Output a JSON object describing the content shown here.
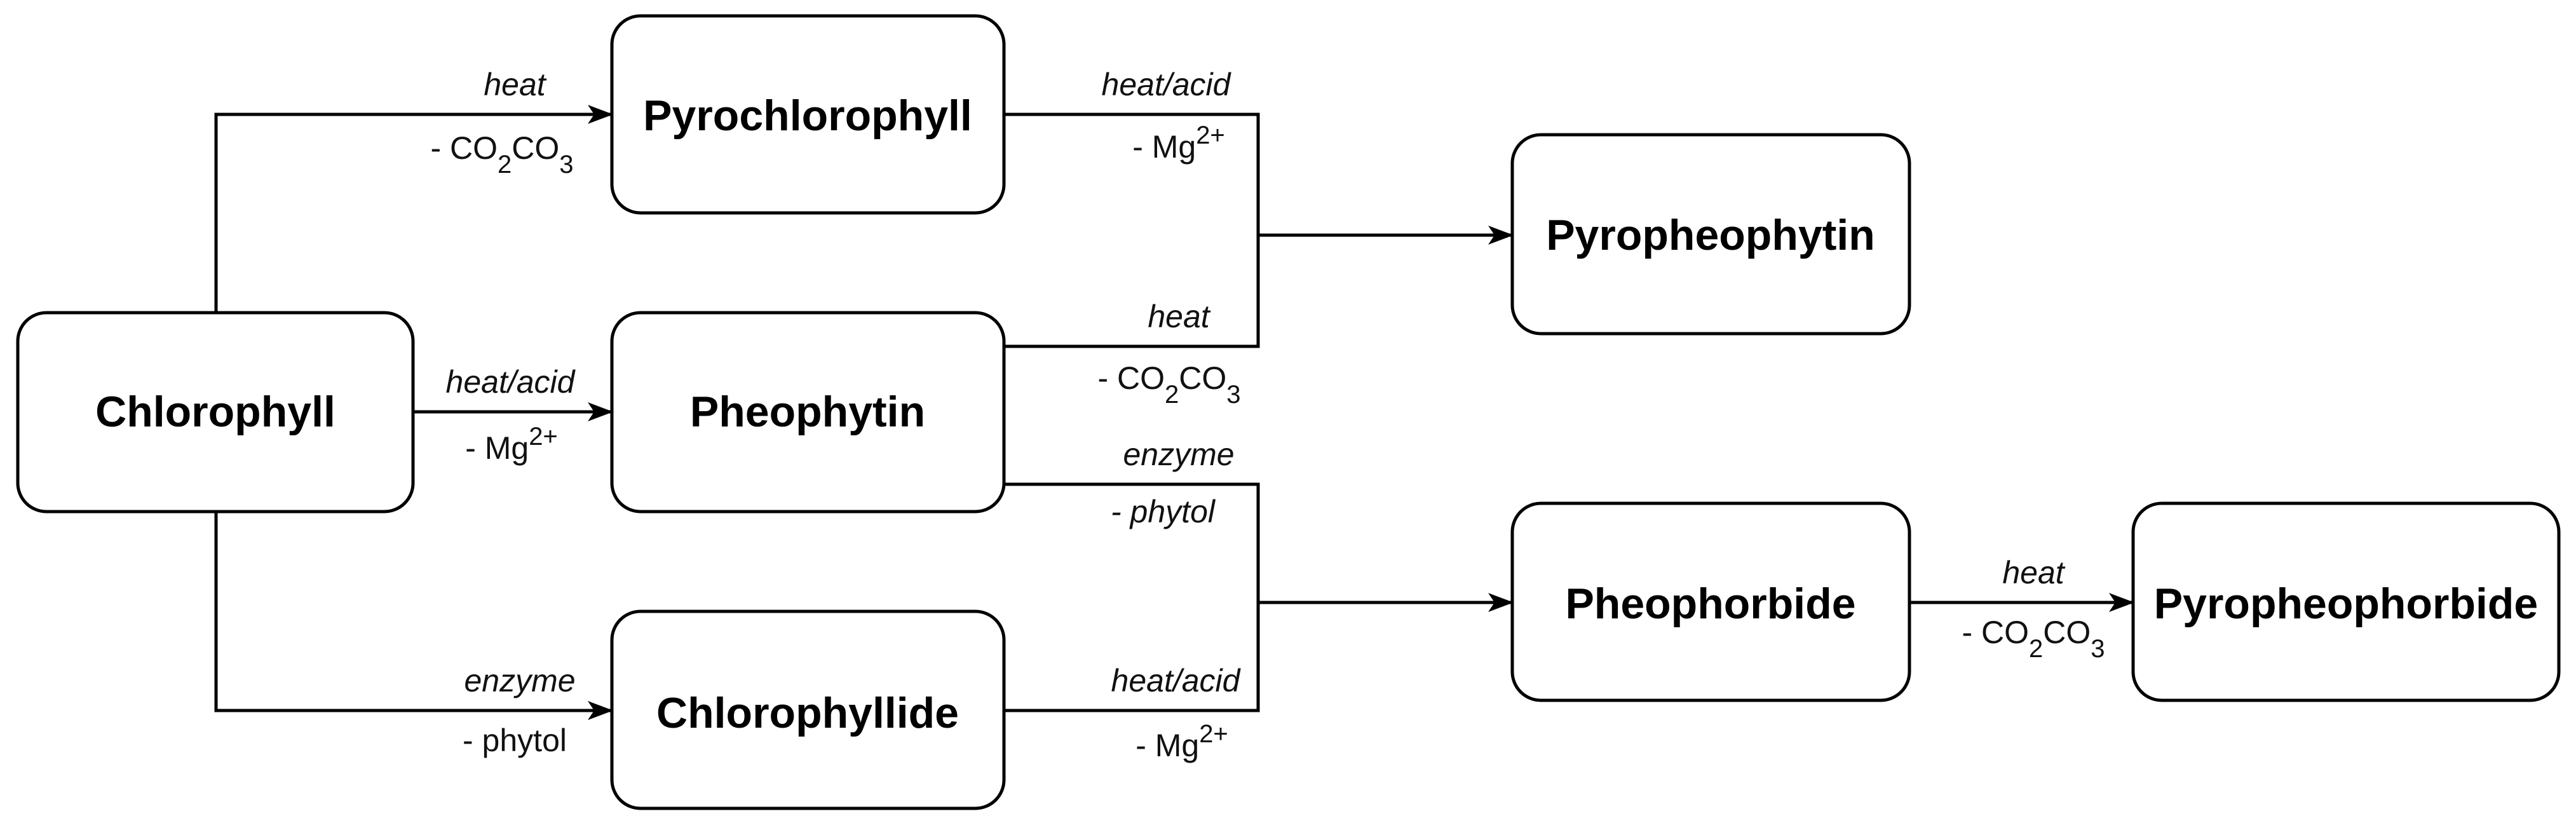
{
  "nodes": {
    "chlorophyll": "Chlorophyll",
    "pyrochlorophyll": "Pyrochlorophyll",
    "pheophytin": "Pheophytin",
    "chlorophyllide": "Chlorophyllide",
    "pyropheophytin": "Pyropheophytin",
    "pheophorbide": "Pheophorbide",
    "pyropheophorbide": "Pyropheophorbide"
  },
  "edges": {
    "chl_to_pyrochl": {
      "condition": "heat",
      "removed": "- CO",
      "sub1": "2",
      "mid": "CO",
      "sub2": "3"
    },
    "chl_to_pheo": {
      "condition": "heat/acid",
      "removed": "- Mg",
      "sup": "2+"
    },
    "chl_to_chlide": {
      "condition": "enzyme",
      "removed": "- phytol"
    },
    "pyrochl_to_pyropheo": {
      "condition": "heat/acid",
      "removed": "- Mg",
      "sup": "2+"
    },
    "pheo_to_pyropheo": {
      "condition": "heat",
      "removed": "- CO",
      "sub1": "2",
      "mid": "CO",
      "sub2": "3"
    },
    "pheo_to_pheoph": {
      "condition": "enzyme",
      "removed": "- phytol"
    },
    "chlide_to_pheoph": {
      "condition": "heat/acid",
      "removed": "- Mg",
      "sup": "2+"
    },
    "pheoph_to_pyropheoph": {
      "condition": "heat",
      "removed": "- CO",
      "sub1": "2",
      "mid": "CO",
      "sub2": "3"
    }
  }
}
